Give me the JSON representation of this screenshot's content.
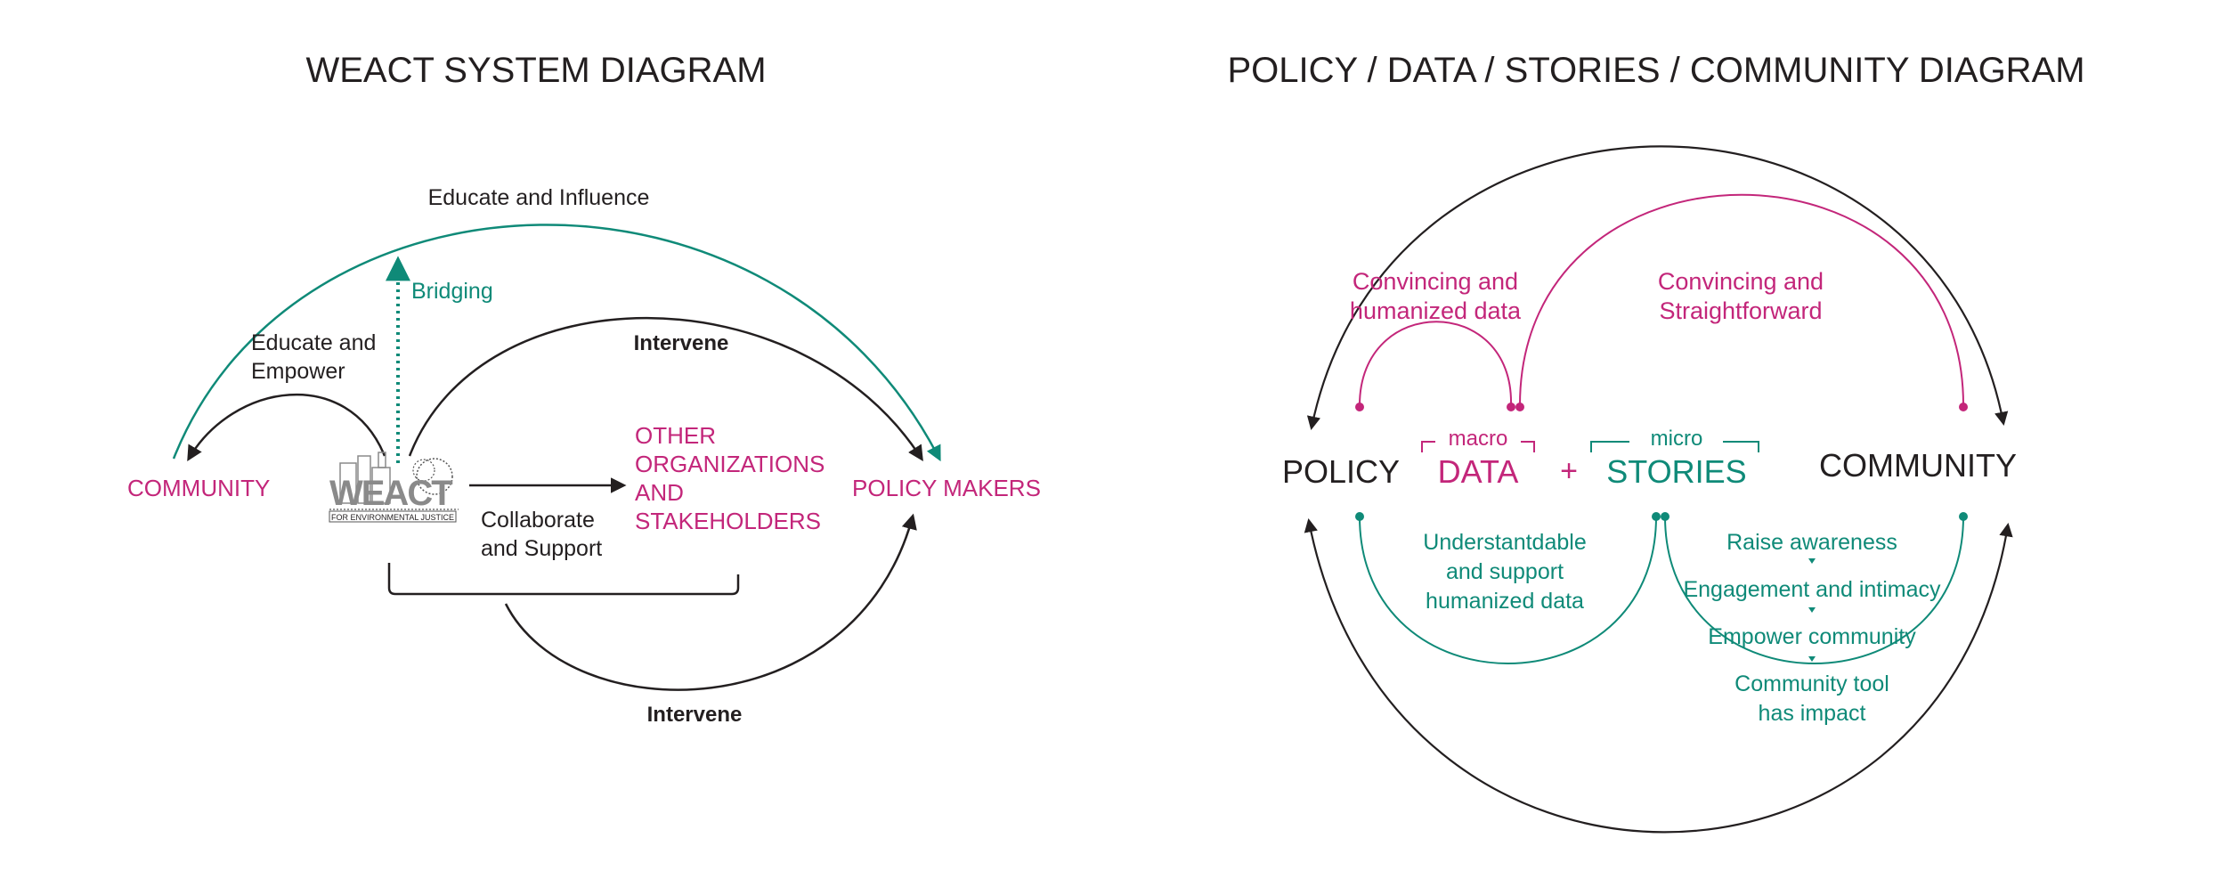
{
  "colors": {
    "dark": "#231f20",
    "magenta": "#c3267a",
    "teal": "#0f8a78",
    "logo_gray": "#8a8a8a"
  },
  "left": {
    "title": "WEACT SYSTEM DIAGRAM",
    "edge_educate_influence": "Educate and Influence",
    "edge_bridging": "Bridging",
    "edge_educate_empower_1": "Educate and",
    "edge_educate_empower_2": "Empower",
    "edge_intervene_top": "Intervene",
    "edge_intervene_bottom": "Intervene",
    "edge_collaborate_1": "Collaborate",
    "edge_collaborate_2": "and Support",
    "node_community": "COMMUNITY",
    "node_other_1": "OTHER",
    "node_other_2": "ORGANIZATIONS",
    "node_other_3": "AND",
    "node_other_4": "STAKEHOLDERS",
    "node_policy_makers": "POLICY MAKERS",
    "logo_text": "WEACT",
    "logo_subtext": "FOR ENVIRONMENTAL JUSTICE"
  },
  "right": {
    "title": "POLICY / DATA / STORIES / COMMUNITY DIAGRAM",
    "node_policy": "POLICY",
    "node_data_prefix": "macro",
    "node_data": "DATA",
    "plus": "+",
    "node_stories_prefix": "micro",
    "node_stories": "STORIES",
    "node_community": "COMMUNITY",
    "top_left_1": "Convincing and",
    "top_left_2": "humanized data",
    "top_right_1": "Convincing and",
    "top_right_2": "Straightforward",
    "bottom_left_1": "Understantdable",
    "bottom_left_2": "and support",
    "bottom_left_3": "humanized data",
    "steps": [
      "Raise awareness",
      "Engagement and intimacy",
      "Empower community",
      "Community tool",
      "has impact"
    ]
  }
}
